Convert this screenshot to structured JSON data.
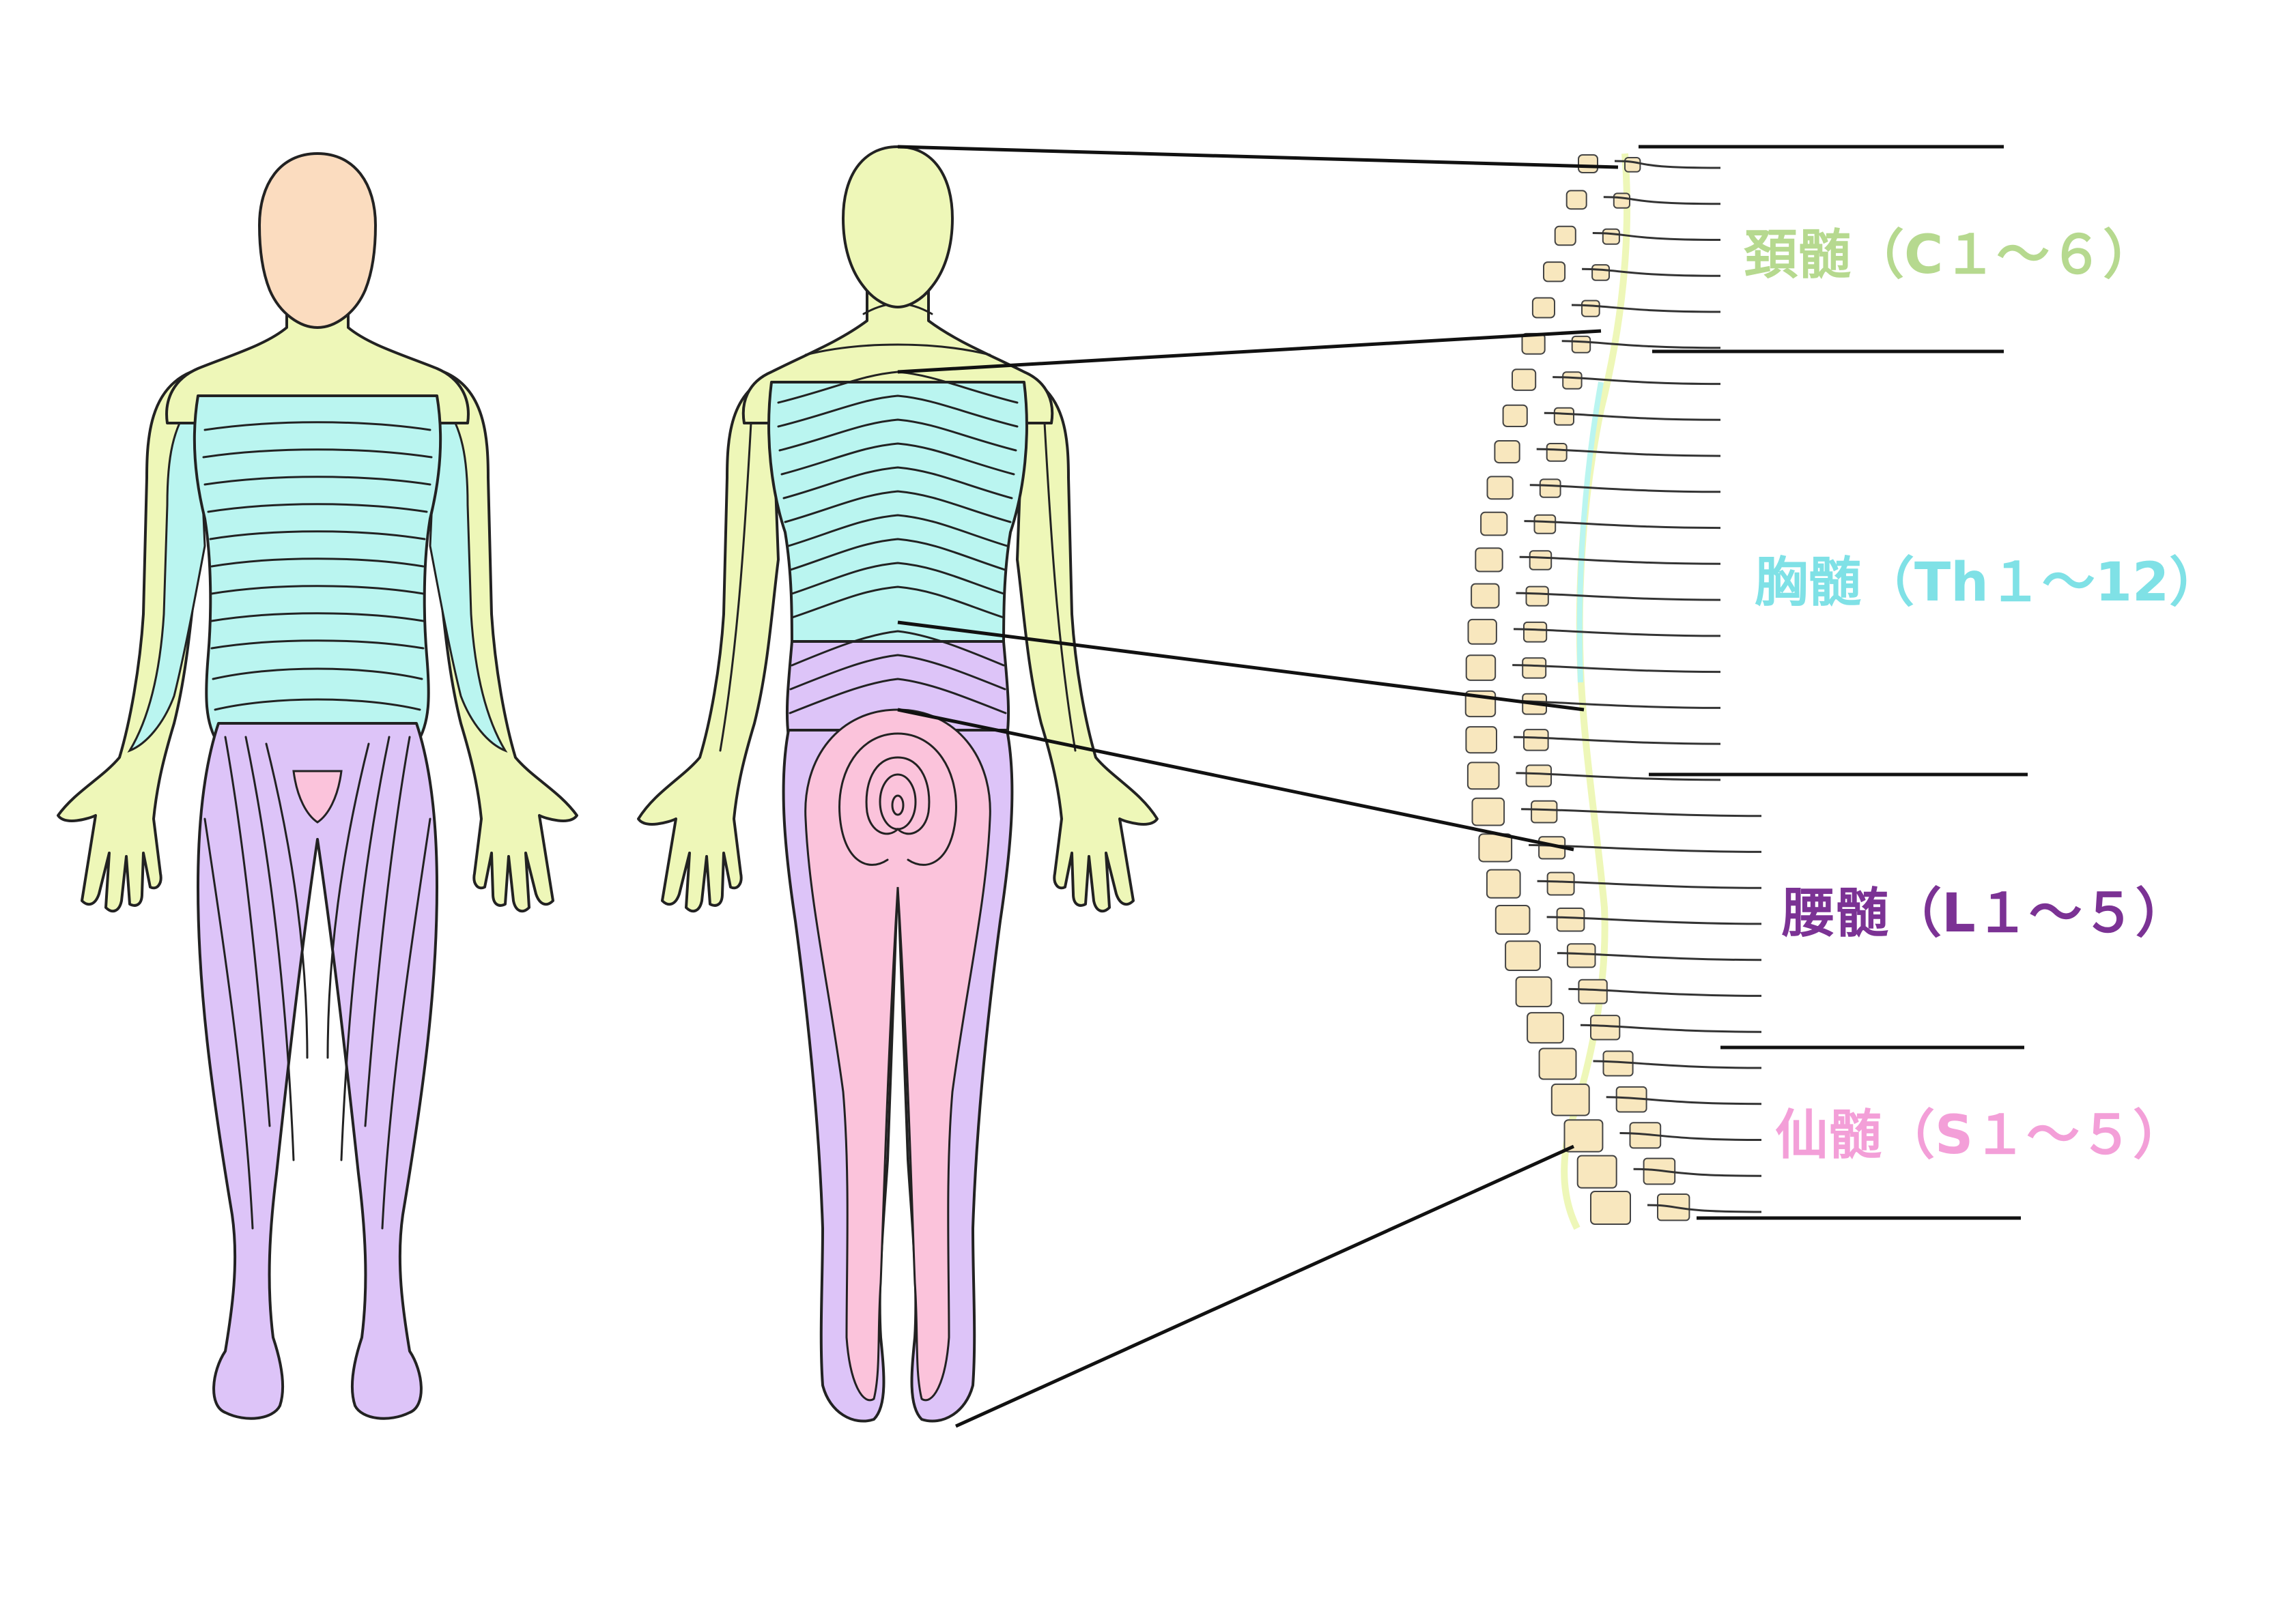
{
  "colors": {
    "head": "#fbdcbf",
    "cervical": "#eef7b8",
    "thoracic": "#baf5f0",
    "lumbar": "#ddc4f8",
    "sacral": "#fbc3db",
    "vertebra": "#f8e7be",
    "label_cervical": "#b6d98f",
    "label_thoracic": "#7fe1e6",
    "label_lumbar": "#7b3294",
    "label_sacral": "#f39fd8"
  },
  "labels": {
    "cervical": "頚髄（C１～６）",
    "thoracic": "胸髄（Th１～12）",
    "lumbar": "腰髄（L１～５）",
    "sacral": "仙髄（S１～５）"
  }
}
